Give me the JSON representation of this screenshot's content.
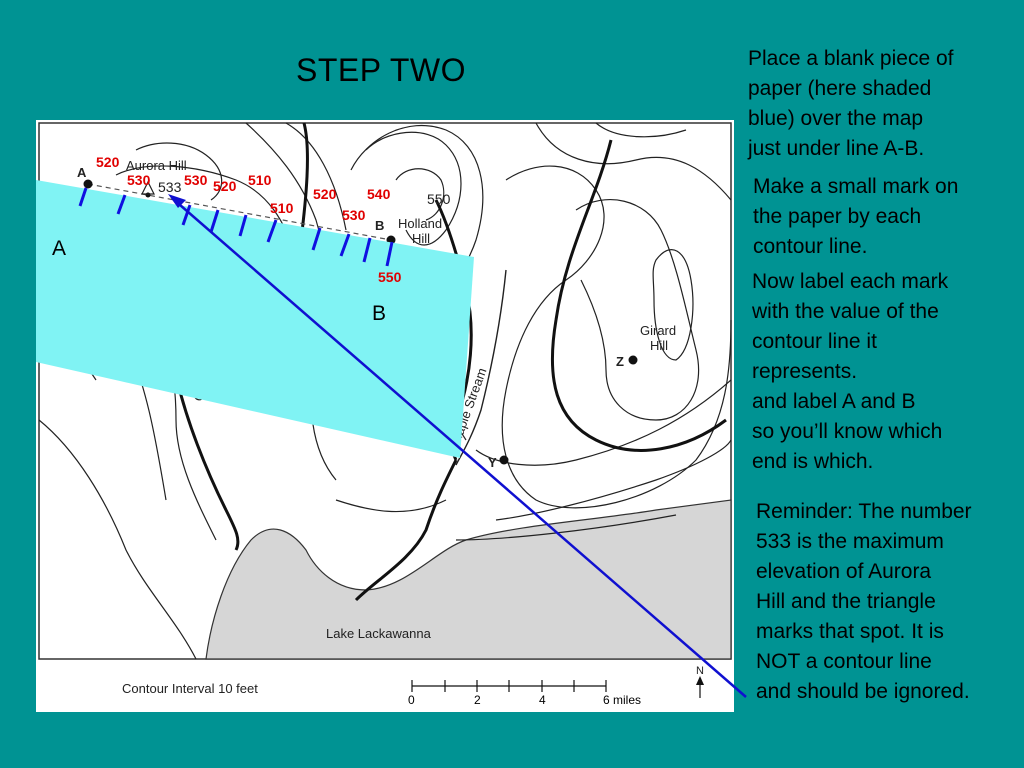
{
  "slide": {
    "title": "STEP TWO",
    "instructions": [
      "Place a blank piece of",
      "paper (here shaded",
      "blue) over the map",
      "just under line A-B."
    ],
    "mark_text": [
      "Make a small mark on",
      "the paper by each",
      "contour line."
    ],
    "label_text": [
      "Now label each mark",
      "with the value of the",
      "contour line it",
      "represents.",
      "and label A and B",
      "so you’ll know which",
      "end is which."
    ],
    "reminder": [
      "Reminder: The number",
      "533 is the maximum",
      "elevation of Aurora",
      "Hill and the triangle",
      "marks that spot. It is",
      "NOT a contour line",
      "and should be ignored."
    ]
  },
  "map": {
    "point_a": "A",
    "point_b": "B",
    "point_y": "Y",
    "point_z": "Z",
    "aurora_hill": "Aurora Hill",
    "holland_hill_1": "Holland",
    "holland_hill_2": "Hill",
    "girard_hill_1": "Girard",
    "girard_hill_2": "Hill",
    "summit_533": "533",
    "contour_550": "550",
    "maple_stream": "Maple Stream",
    "partial_label": "Co",
    "lake": "Lake Lackawanna",
    "contour_interval": "Contour Interval 10 feet",
    "scale_labels": [
      "0",
      "2",
      "4",
      "6 miles"
    ],
    "north": "N"
  },
  "paper": {
    "end_a": "A",
    "end_b": "B",
    "color": "#80f3f4",
    "mark_values": [
      "520",
      "530",
      "530",
      "520",
      "510",
      "510",
      "520",
      "540",
      "530",
      "550"
    ],
    "mark_color": "#e00000",
    "tick_color": "#1010e0"
  },
  "arrow": {
    "color": "#1010d0"
  }
}
